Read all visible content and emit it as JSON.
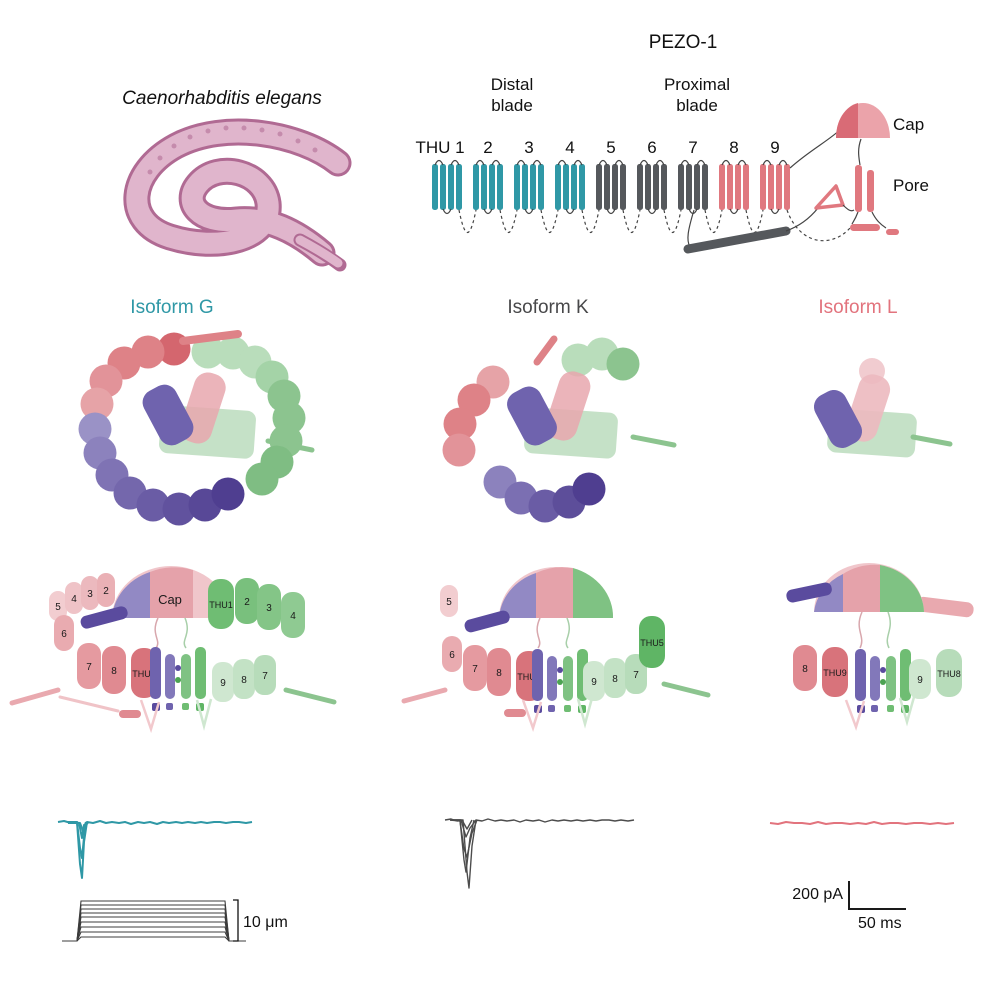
{
  "palette": {
    "teal": "#2f98a6",
    "dark_gray": "#55585c",
    "salmon": "#e0787f",
    "pink_light": "#f0c6cb",
    "green": "#6fbd73",
    "green_light": "#b9ddbb",
    "purple": "#6f63ae",
    "purple_dark": "#5a4b9e",
    "worm_body": "#e0b5cc",
    "worm_outline": "#b06a93",
    "trace_black": "#3c3c3c"
  },
  "header": {
    "organism": "Caenorhabditis elegans",
    "protein": "PEZO-1"
  },
  "topology": {
    "distal": [
      "Distal",
      "blade"
    ],
    "proximal": [
      "Proximal",
      "blade"
    ],
    "thu_first": "THU 1",
    "thu_numbers": [
      "2",
      "3",
      "4",
      "5",
      "6",
      "7",
      "8",
      "9"
    ],
    "cap": "Cap",
    "pore": "Pore"
  },
  "isoforms": {
    "g": "Isoform G",
    "k": "Isoform K",
    "l": "Isoform L"
  },
  "sideviews": {
    "g": {
      "cap": "Cap",
      "left_small": [
        "5",
        "4",
        "3",
        "2"
      ],
      "left_main": [
        "6",
        "7",
        "8",
        "THU9"
      ],
      "right_main": [
        "THU1",
        "2",
        "3",
        "4"
      ],
      "bottom": [
        "9",
        "8",
        "7"
      ]
    },
    "k": {
      "left_small": [
        "5"
      ],
      "left_main": [
        "6",
        "7",
        "8",
        "THU9"
      ],
      "right_main": [
        "THU5"
      ],
      "bottom": [
        "9",
        "8",
        "7"
      ]
    },
    "l": {
      "left_main": [
        "8",
        "THU9"
      ],
      "bottom": [
        "9",
        "THU8"
      ]
    }
  },
  "scales": {
    "stimulus": "10 μm",
    "current": "200 pA",
    "time": "50 ms"
  }
}
